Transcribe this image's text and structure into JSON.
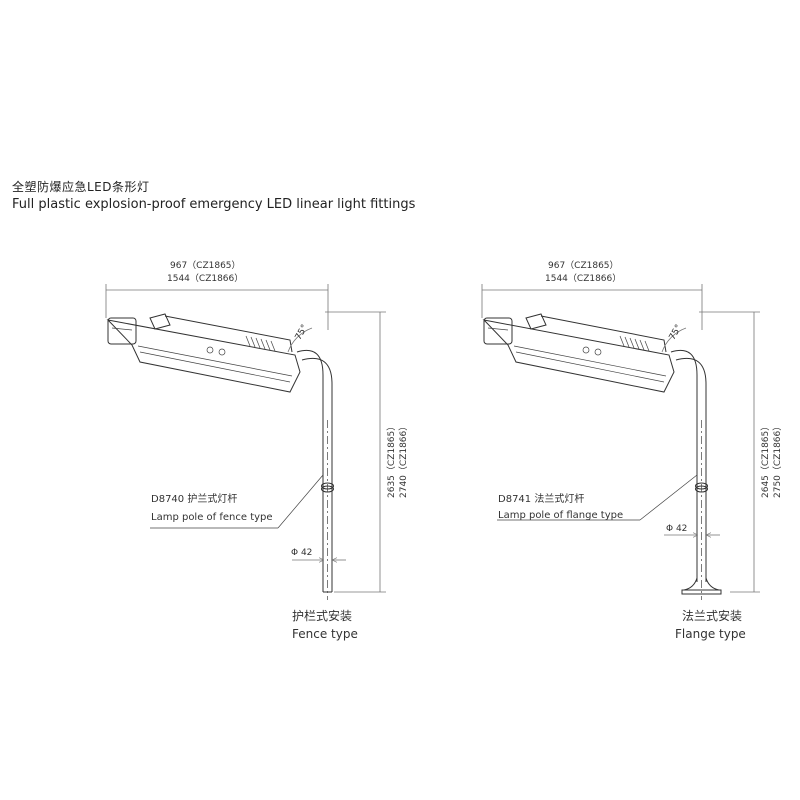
{
  "header": {
    "title_cn": "全塑防爆应急LED条形灯",
    "title_en": "Full plastic explosion-proof emergency LED linear light fittings"
  },
  "fence": {
    "width_a": "967（CZ1865）",
    "width_b": "1544（CZ1866）",
    "height_a": "2635（CZ1865）",
    "height_b": "2740（CZ1866）",
    "angle": "75°",
    "pole_cn": "D8740 护兰式灯杆",
    "pole_en": "Lamp pole of fence type",
    "diameter": "Φ 42",
    "install_cn": "护栏式安装",
    "install_en": "Fence type"
  },
  "flange": {
    "width_a": "967（CZ1865）",
    "width_b": "1544（CZ1866）",
    "height_a": "2645（CZ1865）",
    "height_b": "2750（CZ1866）",
    "angle": "75°",
    "pole_cn": "D8741 法兰式灯杆",
    "pole_en": "Lamp pole of flange type",
    "diameter": "Φ 42",
    "install_cn": "法兰式安装",
    "install_en": "Flange type"
  }
}
